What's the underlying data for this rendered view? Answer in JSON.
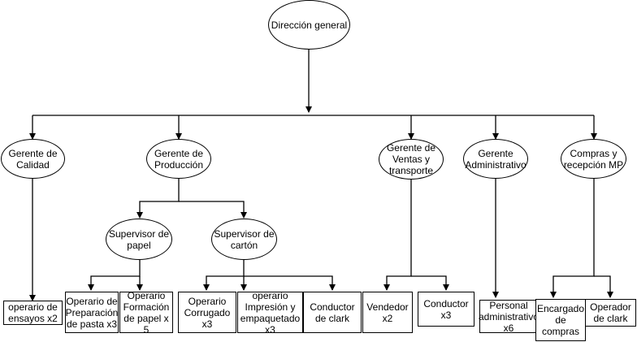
{
  "nodes": {
    "root": "Dirección general",
    "calidad": "Gerente de\nCalidad",
    "produccion": "Gerente de\nProducción",
    "ventas": "Gerente de\nVentas y\ntransporte",
    "administrativo": "Gerente\nAdministrativo",
    "compras": "Compras y\nrecepción MP",
    "sup_papel": "Supervisor de\npapel",
    "sup_carton": "Supervisor de\ncartón",
    "ensayos": "operario de\nensayos x2",
    "pasta": "Operario de\nPreparación\nde pasta x3",
    "formacion": "Operario\nFormación\nde papel x\n5",
    "corrugado": "Operario\nCorrugado\nx3",
    "impresion": "operario\nImpresión y\nempaquetado\nx3",
    "clark_carton": "Conductor\nde clark",
    "vendedor": "Vendedor\nx2",
    "conductor": "Conductor\nx3",
    "personal": "Personal\nadministrativo\nx6",
    "encargado": "Encargado\nde\ncompras",
    "operador_clark": "Operador\nde clark"
  }
}
